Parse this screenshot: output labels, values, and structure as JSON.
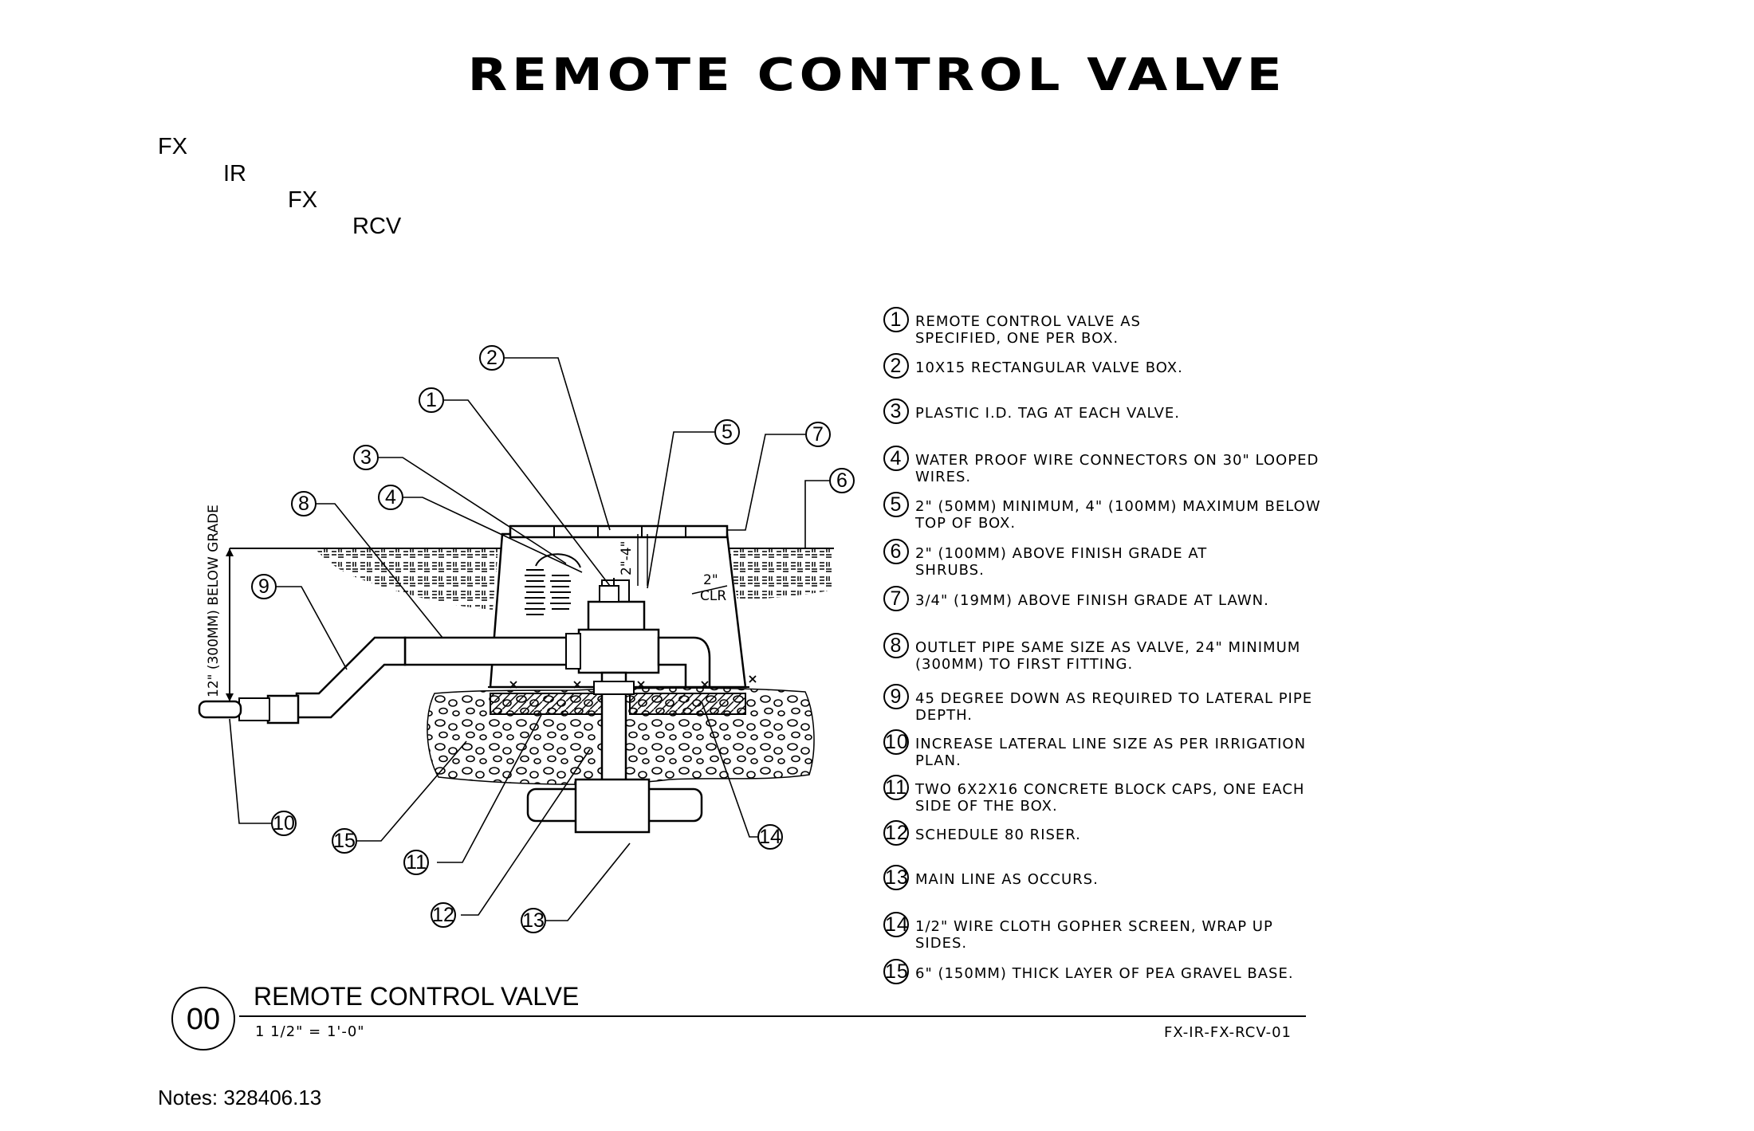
{
  "sheet_title": "REMOTE CONTROL VALVE",
  "codes": [
    "FX",
    "IR",
    "FX",
    "RCV"
  ],
  "callout_tags": [
    "1",
    "2",
    "3",
    "4",
    "5",
    "6",
    "7",
    "8",
    "9",
    "10",
    "11",
    "12",
    "13",
    "14",
    "15"
  ],
  "dimensions": {
    "depth": "12\" (300MM) BELOW GRADE",
    "box_depth": "2\"-4\"",
    "clearance_value": "2\"",
    "clearance_unit": "CLR"
  },
  "notes": [
    {
      "num": "1",
      "text": "REMOTE CONTROL VALVE AS\nSPECIFIED, ONE PER BOX."
    },
    {
      "num": "2",
      "text": "10X15 RECTANGULAR VALVE BOX."
    },
    {
      "num": "3",
      "text": "PLASTIC I.D. TAG AT EACH VALVE."
    },
    {
      "num": "4",
      "text": "WATER PROOF WIRE CONNECTORS ON 30\" LOOPED\nWIRES."
    },
    {
      "num": "5",
      "text": "2\" (50MM) MINIMUM, 4\" (100MM) MAXIMUM BELOW\nTOP OF BOX."
    },
    {
      "num": "6",
      "text": "2\" (100MM) ABOVE FINISH GRADE AT\nSHRUBS."
    },
    {
      "num": "7",
      "text": "3/4\" (19MM) ABOVE FINISH GRADE AT LAWN."
    },
    {
      "num": "8",
      "text": "OUTLET PIPE SAME SIZE AS VALVE, 24\" MINIMUM\n(300MM) TO FIRST FITTING."
    },
    {
      "num": "9",
      "text": "45 DEGREE DOWN AS REQUIRED TO LATERAL PIPE\nDEPTH."
    },
    {
      "num": "10",
      "text": "INCREASE LATERAL LINE SIZE AS PER IRRIGATION\nPLAN."
    },
    {
      "num": "11",
      "text": "TWO 6X2X16 CONCRETE BLOCK CAPS, ONE EACH\nSIDE OF THE BOX."
    },
    {
      "num": "12",
      "text": "SCHEDULE 80 RISER."
    },
    {
      "num": "13",
      "text": "MAIN LINE AS OCCURS."
    },
    {
      "num": "14",
      "text": "1/2\" WIRE CLOTH GOPHER SCREEN, WRAP UP\nSIDES."
    },
    {
      "num": "15",
      "text": "6\" (150MM) THICK LAYER OF PEA GRAVEL BASE."
    }
  ],
  "detail": {
    "number": "00",
    "title": "REMOTE CONTROL VALVE",
    "scale": "1 1/2\" = 1'-0\"",
    "id": "FX-IR-FX-RCV-01"
  },
  "footer": {
    "notes": "Notes: 328406.13"
  }
}
